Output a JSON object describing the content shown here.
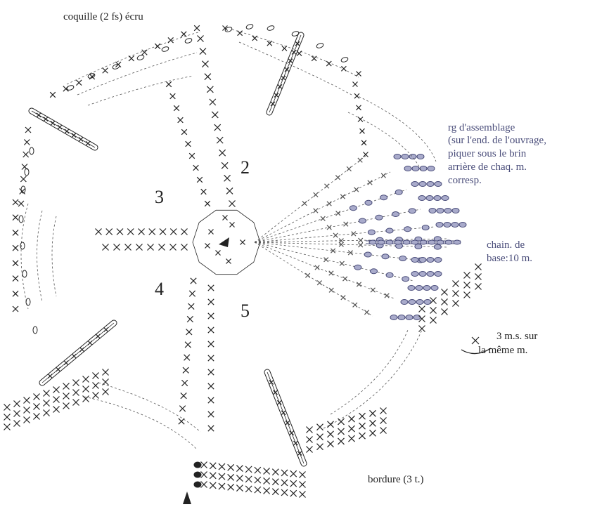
{
  "labels": {
    "coquille": "coquille (2 fs) écru",
    "assemblage": [
      "rg d'assemblage",
      "(sur l'end. de l'ouvrage,",
      "piquer sous le brin",
      "arrière de chaq. m.",
      "corresp."
    ],
    "chain": [
      "chain. de",
      "base:10 m."
    ],
    "three_ms": [
      "3 m.s. sur",
      "la même m."
    ],
    "bordure": "bordure (3 t.)"
  },
  "sections": [
    "2",
    "3",
    "4",
    "5"
  ],
  "symbols": {
    "single_crochet": "cross-icon",
    "chain": "oval-icon",
    "slip_start": "arrow-marker-icon"
  },
  "colors": {
    "ink": "#222222",
    "dashed": "#555555",
    "join_fill": "#a9abcb",
    "join_ink": "#4a4d7a"
  }
}
